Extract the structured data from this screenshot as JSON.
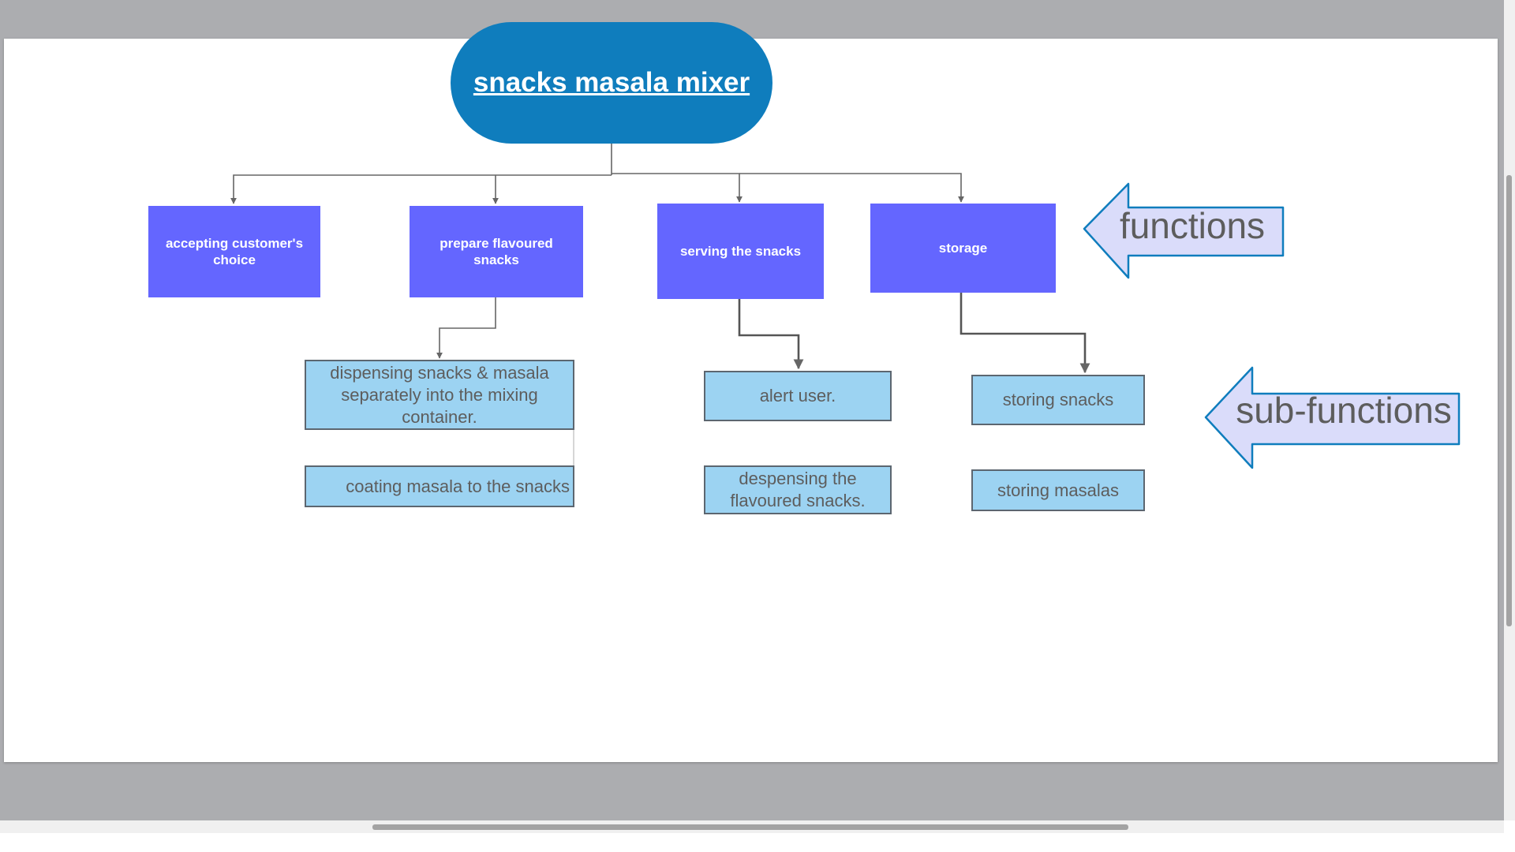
{
  "diagram": {
    "title": "snacks masala mixer",
    "functions": [
      {
        "label": "accepting customer's choice"
      },
      {
        "label": "prepare flavoured snacks"
      },
      {
        "label": "serving the snacks"
      },
      {
        "label": "storage"
      }
    ],
    "subfunctions": [
      {
        "label": "dispensing snacks & masala separately into the mixing container."
      },
      {
        "label": "coating masala to the snacks"
      },
      {
        "label": "alert user."
      },
      {
        "label": "despensing the flavoured snacks."
      },
      {
        "label": "storing snacks"
      },
      {
        "label": "storing masalas"
      }
    ],
    "legend": {
      "functions_label": "functions",
      "subfunctions_label": "sub-functions"
    }
  },
  "colors": {
    "canvas_bg": "#acadb0",
    "page_bg": "#ffffff",
    "root_fill": "#0f7dbd",
    "function_fill": "#6466ff",
    "subfunction_fill": "#9cd3f2",
    "subfunction_border": "#5c6670",
    "legend_arrow_fill": "#dadcfa",
    "legend_arrow_stroke": "#0f7dbd",
    "connector": "#666666"
  }
}
